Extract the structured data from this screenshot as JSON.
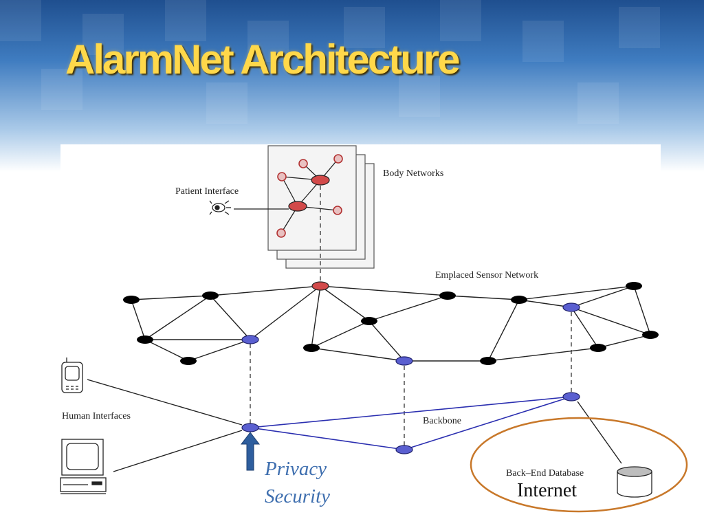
{
  "slide": {
    "title": "AlarmNet Architecture"
  },
  "labels": {
    "body_networks": "Body Networks",
    "patient_interface": "Patient Interface",
    "emplaced_sensor_network": "Emplaced Sensor Network",
    "human_interfaces": "Human Interfaces",
    "backbone": "Backbone",
    "back_end_database": "Back–End Database",
    "internet": "Internet",
    "privacy": "Privacy",
    "security": "Security"
  },
  "colors": {
    "title": "#ffd84a",
    "title_bar_top": "#1f4f8f",
    "sensor_node": "#000000",
    "body_node": "#d24a4a",
    "backbone_node": "#5a5fd0",
    "backbone_link": "#2b2fb0",
    "internet_ellipse": "#c8782a",
    "privacy_security_text": "#3f6faf",
    "arrow": "#2e5e9e"
  },
  "icons": {
    "patient_interface": "eye-sensor-icon",
    "phone": "mobile-phone-icon",
    "computer": "computer-monitor-icon",
    "database": "database-cylinder-icon",
    "arrow": "arrow-up-icon"
  }
}
